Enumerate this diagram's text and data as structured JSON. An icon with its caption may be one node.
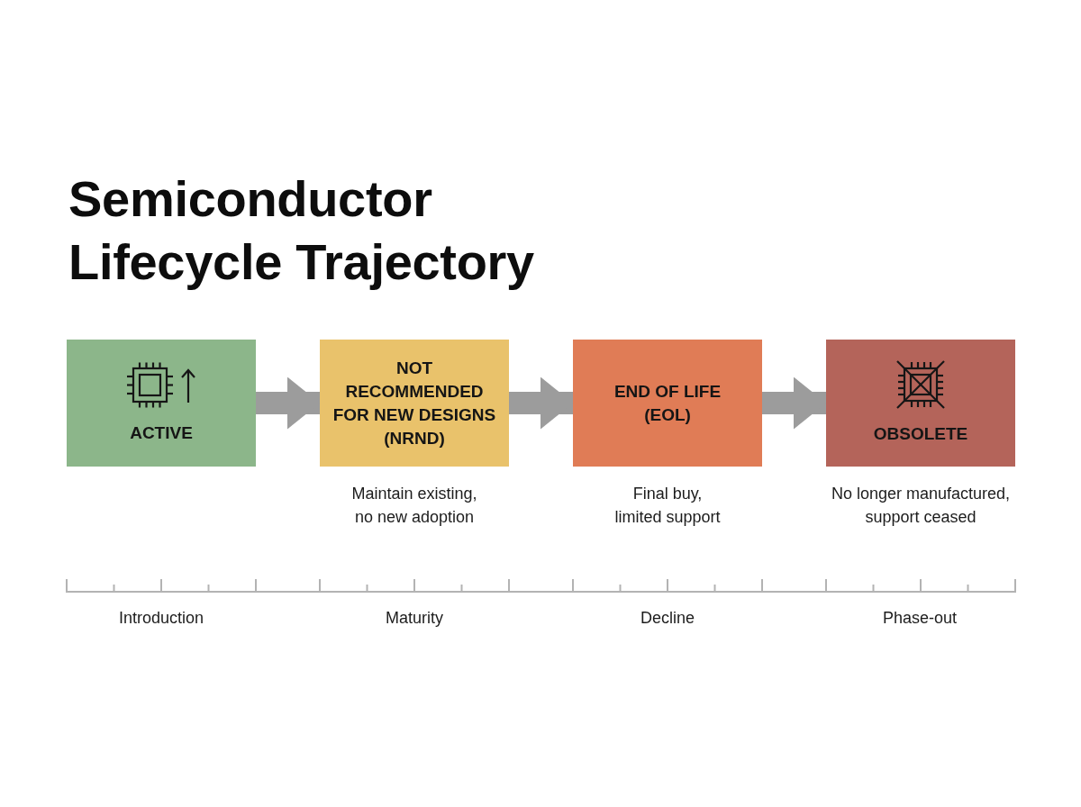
{
  "diagram": {
    "title": "Semiconductor Lifecycle Trajectory",
    "nodes": [
      {
        "text": [
          "ACTIVE"
        ]
      },
      {
        "text": [
          "NOT RECOMMENDED FOR NEW DESIGNS (NRND)"
        ],
        "beside": [
          "Maintain existing, no new adoption"
        ]
      },
      {
        "text": [
          "END OF LIFE (EOL)"
        ],
        "beside": [
          "Final buy, limited support"
        ]
      },
      {
        "text": [
          "OBSOLETE"
        ],
        "beside": [
          "No longer manufactured, support ceased"
        ]
      }
    ],
    "edges": [
      {
        "from": 0,
        "to": 1,
        "arrow": "to"
      },
      {
        "from": 1,
        "to": 2,
        "arrow": "to"
      },
      {
        "from": 2,
        "to": 3,
        "arrow": "to"
      }
    ],
    "labels": [
      "Introduction",
      "Maturity",
      "Decline",
      "Phase-out"
    ]
  }
}
